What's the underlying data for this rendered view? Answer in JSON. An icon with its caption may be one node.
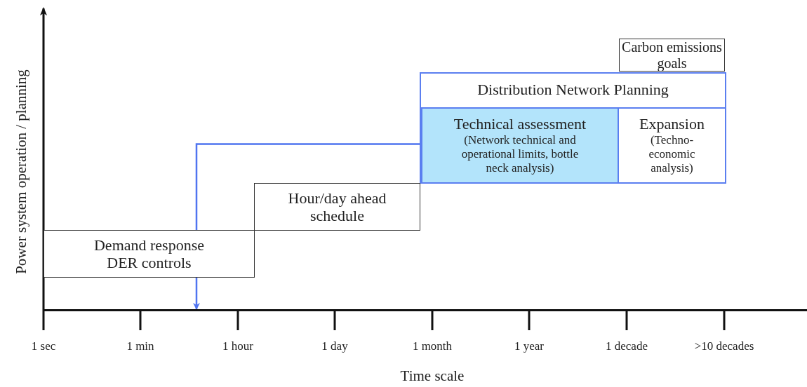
{
  "diagram": {
    "nodes": [
      {
        "text": [
          "Carbon emissions goals"
        ]
      },
      {
        "text": [
          "Distribution Network Planning"
        ]
      },
      {
        "text": [
          "Technical assessment",
          "(Network technical and operational limits, bottle neck analysis)"
        ],
        "in": 1
      },
      {
        "text": [
          "Expansion",
          "(Techno-economic analysis)"
        ],
        "in": 1
      },
      {
        "text": [
          "Hour/day ahead schedule"
        ]
      },
      {
        "text": [
          "Demand response DER controls"
        ]
      },
      {
        "text": [],
        "shape": "bar"
      }
    ],
    "edges": [
      {
        "from": 2,
        "to": 5,
        "arrow": "none",
        "color": "#4f74f0"
      },
      {
        "from": 5,
        "to": 6,
        "arrow": "to",
        "color": "#4f74f0"
      }
    ],
    "labels": [
      "Power system operation / planning",
      "1 sec",
      "1 min",
      "1 hour",
      "1 day",
      "1 month",
      "1 year",
      "1 decade",
      ">10 decades",
      "Time scale"
    ]
  }
}
